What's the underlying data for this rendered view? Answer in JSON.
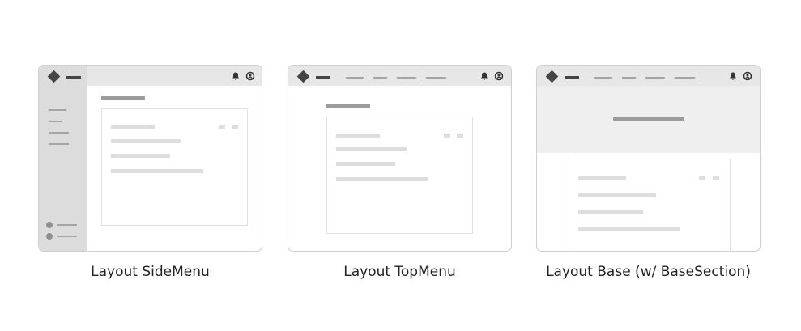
{
  "cards": [
    {
      "key": "side",
      "caption": "Layout SideMenu",
      "icons": [
        "logo-icon",
        "bell-icon",
        "user-icon"
      ]
    },
    {
      "key": "top",
      "caption": "Layout TopMenu",
      "icons": [
        "logo-icon",
        "bell-icon",
        "user-icon"
      ]
    },
    {
      "key": "base",
      "caption": "Layout Base (w/ BaseSection)",
      "icons": [
        "logo-icon",
        "bell-icon",
        "user-icon"
      ]
    }
  ]
}
